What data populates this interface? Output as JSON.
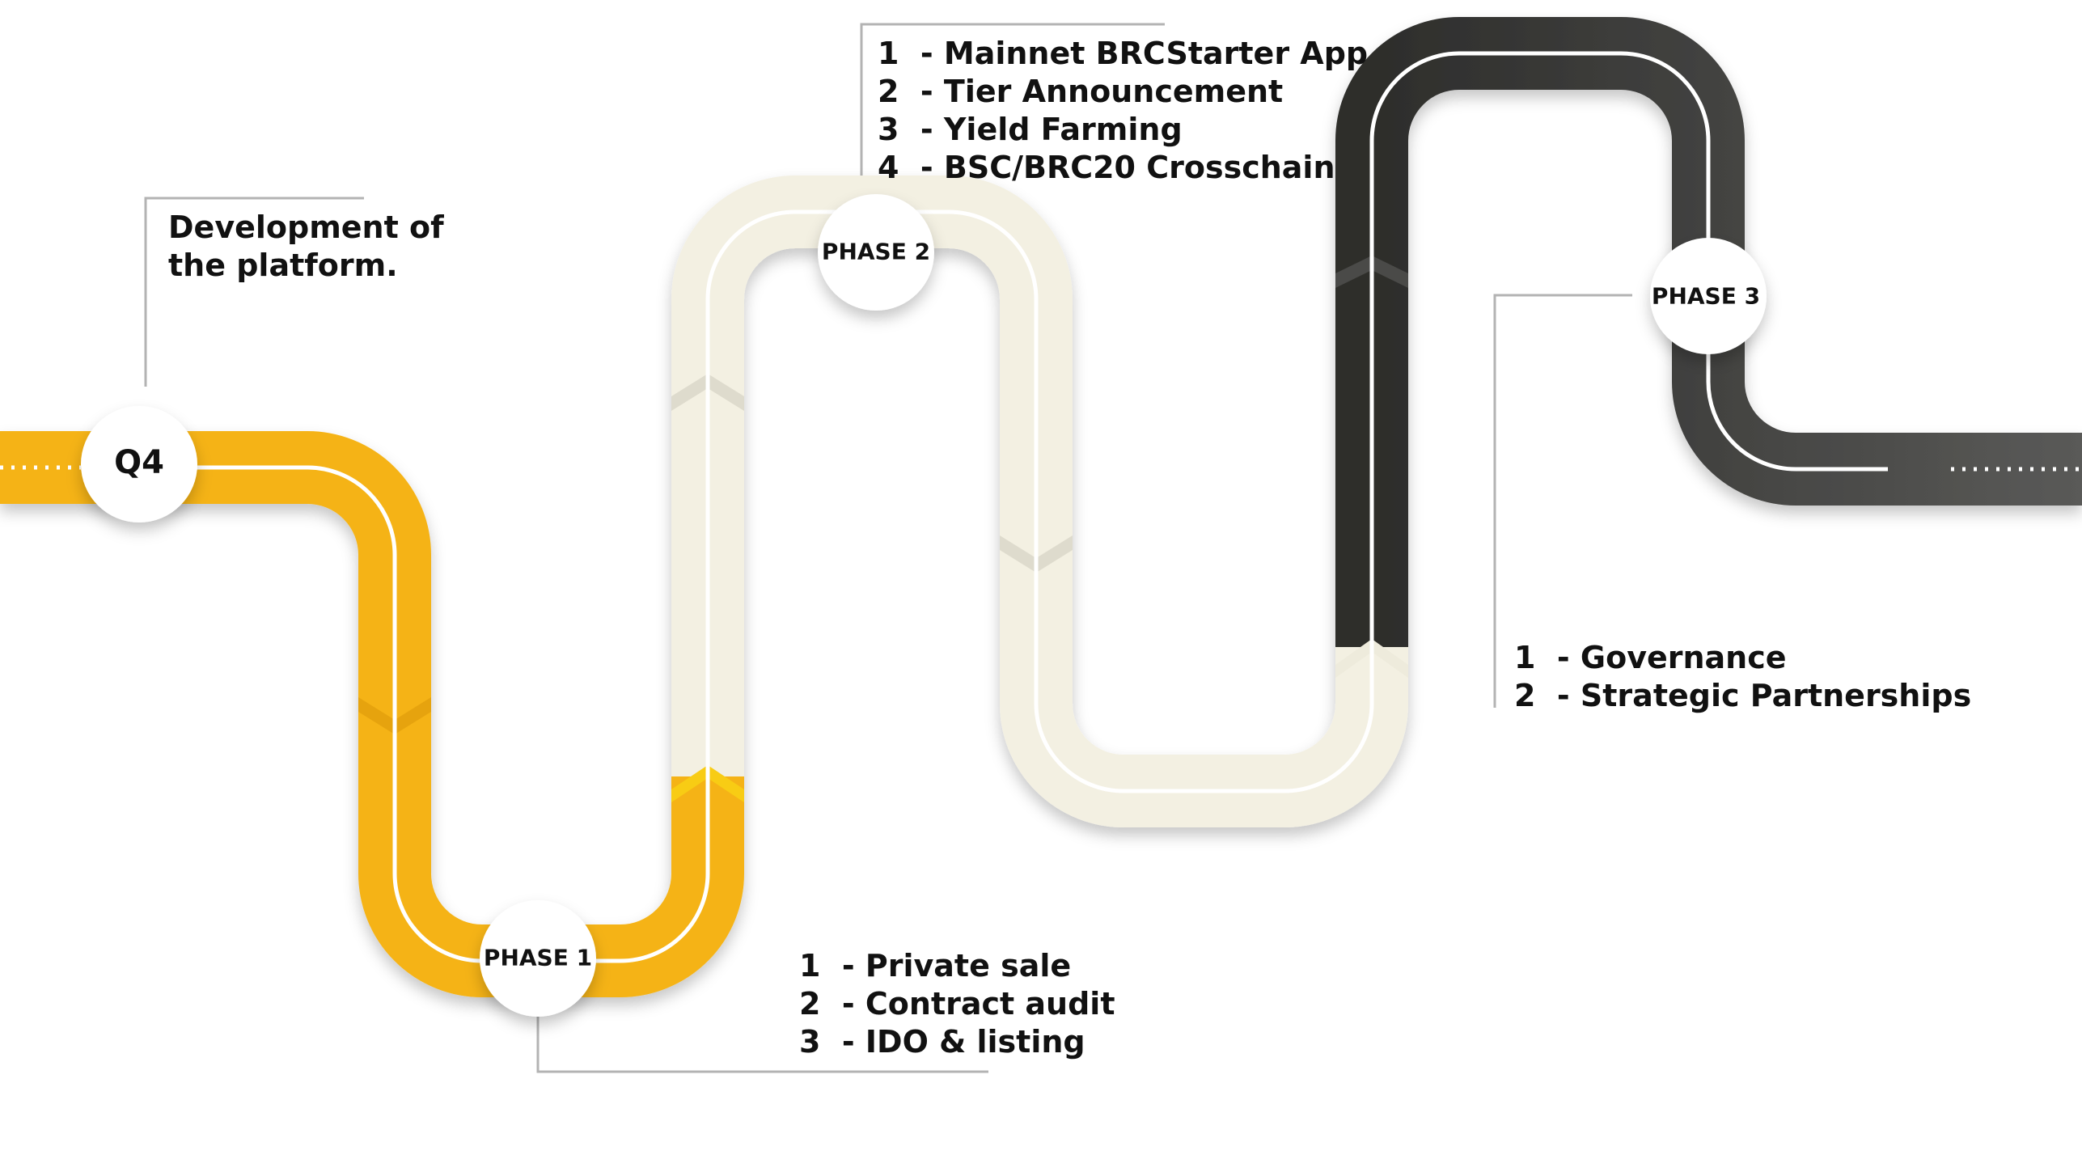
{
  "colors": {
    "segment_q4": "#f5b316",
    "segment_phase2": "#f3f0e2",
    "segment_phase3": "#2d2d2b",
    "center_line": "#ffffff",
    "callout_line": "#b3b3b3",
    "text": "#111111"
  },
  "q4": {
    "label": "Q4",
    "description": "Development of\nthe platform."
  },
  "phase1": {
    "label": "PHASE 1",
    "items": [
      "1  - Private sale",
      "2  - Contract audit",
      "3  - IDO & listing"
    ]
  },
  "phase2": {
    "label": "PHASE 2",
    "items": [
      "1  - Mainnet BRCStarter App",
      "2  - Tier Announcement",
      "3  - Yield Farming",
      "4  - BSC/BRC20 Crosschain"
    ]
  },
  "phase3": {
    "label": "PHASE 3",
    "items": [
      "1  - Governance",
      "2  - Strategic Partnerships"
    ]
  }
}
